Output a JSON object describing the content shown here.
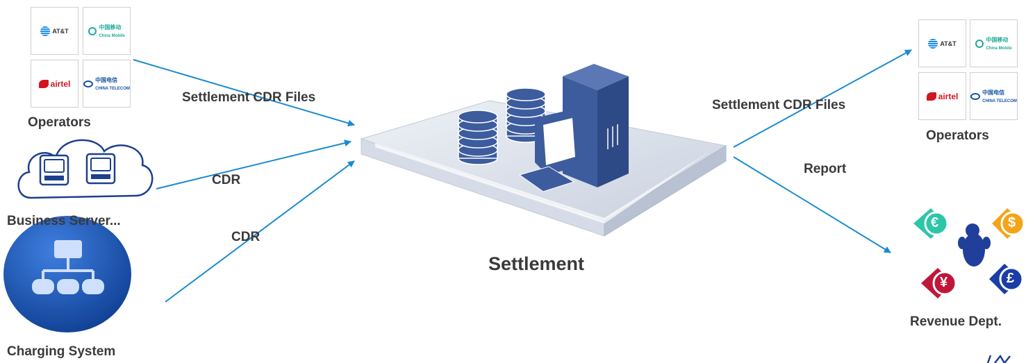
{
  "operators_left": {
    "label": "Operators",
    "tiles": [
      "AT&T",
      "中国移动",
      "airtel",
      "中国电信"
    ],
    "tile_sub": [
      "",
      "China Mobile",
      "",
      "CHINA TELECOM"
    ]
  },
  "business_server": {
    "label": "Business Server..."
  },
  "charging_system": {
    "label": "Charging System"
  },
  "settlement": {
    "label": "Settlement"
  },
  "arrows_in": [
    "Settlement CDR Files",
    "CDR",
    "CDR"
  ],
  "arrows_out": [
    "Settlement CDR Files",
    "Report"
  ],
  "operators_right": {
    "label": "Operators",
    "tiles": [
      "AT&T",
      "中国移动",
      "airtel",
      "中国电信"
    ],
    "tile_sub": [
      "",
      "China Mobile",
      "",
      "CHINA TELECOM"
    ]
  },
  "revenue": {
    "label": "Revenue Dept.",
    "currencies": [
      "€",
      "$",
      "¥",
      "£"
    ]
  },
  "colors": {
    "arrow": "#1b8ad1",
    "server": "#3d5c9e",
    "platform": "#dfe5ef"
  }
}
